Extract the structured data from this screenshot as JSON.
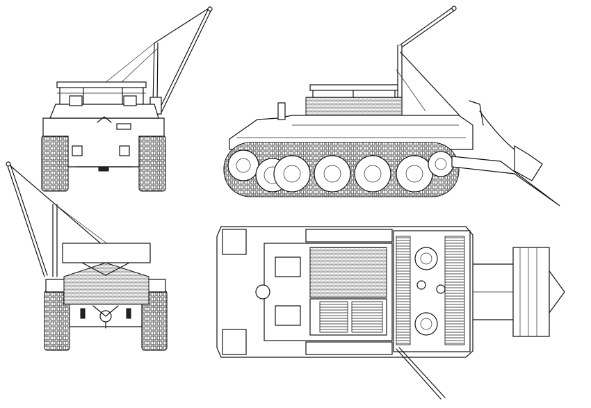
{
  "drawing": {
    "background": "#ffffff",
    "line_color": "#111111",
    "views": [
      {
        "id": "front",
        "icon": "vehicle-front-view"
      },
      {
        "id": "side",
        "icon": "vehicle-side-view"
      },
      {
        "id": "rear",
        "icon": "vehicle-rear-view"
      },
      {
        "id": "top",
        "icon": "vehicle-top-view"
      }
    ]
  }
}
